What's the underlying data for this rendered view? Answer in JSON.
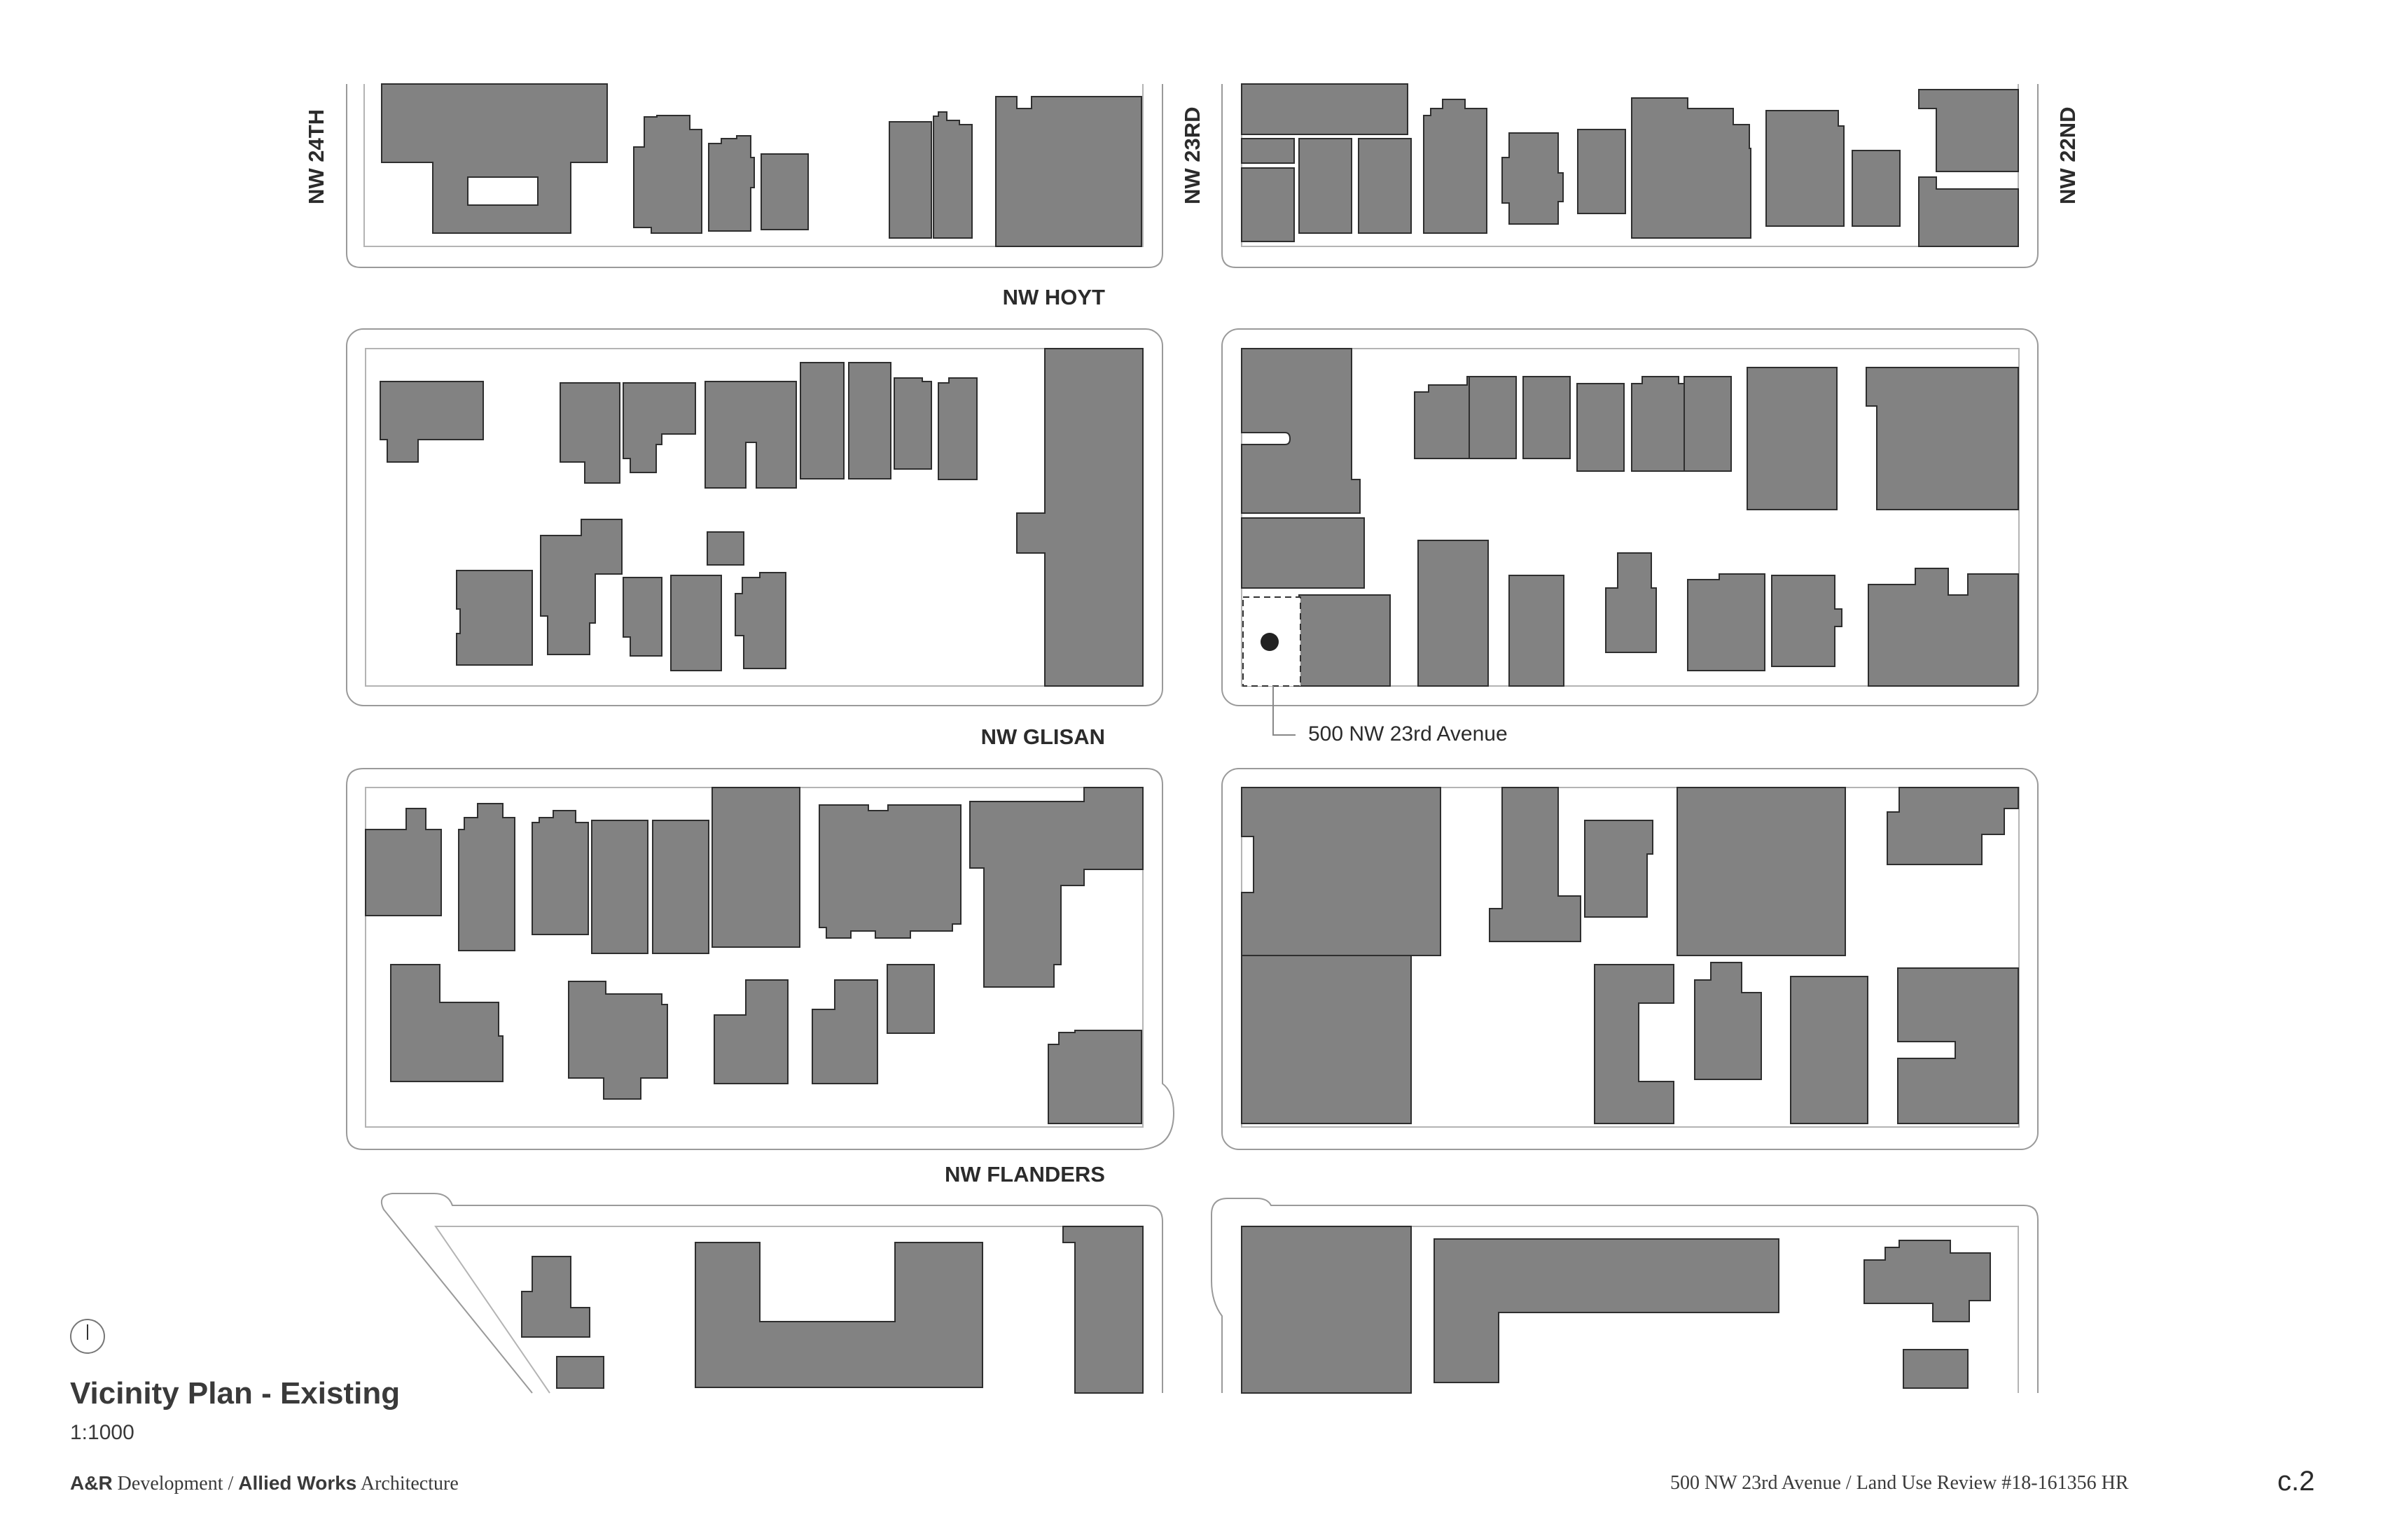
{
  "streets": {
    "nw24th": "NW 24TH",
    "nw23rd": "NW 23RD",
    "nw22nd": "NW 22ND",
    "hoyt": "NW HOYT",
    "glisan": "NW GLISAN",
    "flanders": "NW FLANDERS"
  },
  "site": {
    "address": "500 NW 23rd Avenue"
  },
  "title": {
    "name": "Vicinity Plan - Existing",
    "scale": "1:1000"
  },
  "footer": {
    "firm1": "A&R",
    "firm1_rest": " Development / ",
    "firm2": "Allied Works",
    "firm2_rest": " Architecture",
    "project": "500 NW 23rd Avenue / Land Use Review #18-161356 HR",
    "page": "c.2"
  },
  "icons": {
    "north_arrow": "north-arrow-icon"
  }
}
